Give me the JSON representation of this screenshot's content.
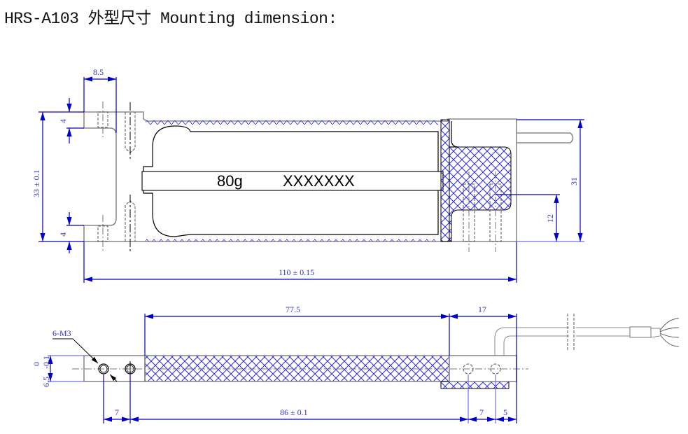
{
  "title": "HRS-A103 外型尺寸 Mounting dimension:",
  "body_label": {
    "capacity": "80g",
    "serial": "XXXXXXX"
  },
  "top_view": {
    "dimensions": {
      "mount_width": "8.5",
      "height_total": "33 ± 0.1",
      "lip_top": "4",
      "lip_bottom": "4",
      "length_total": "110 ± 0.15",
      "right_height": "31",
      "hole_height": "12"
    }
  },
  "side_view": {
    "dimensions": {
      "thread_note": "6-M3",
      "thickness": "6.5",
      "thickness_tol_upper": "0",
      "thickness_tol_lower": "-0.1",
      "span_hatched": "77.5",
      "right_block": "17",
      "left_hole_pitch": "7",
      "hole_span": "86 ± 0.1",
      "right_hole_pitch": "7",
      "right_edge": "5"
    }
  },
  "colors": {
    "dimension": "#0000cc",
    "hatch": "#2222dd",
    "outline": "#000000"
  }
}
